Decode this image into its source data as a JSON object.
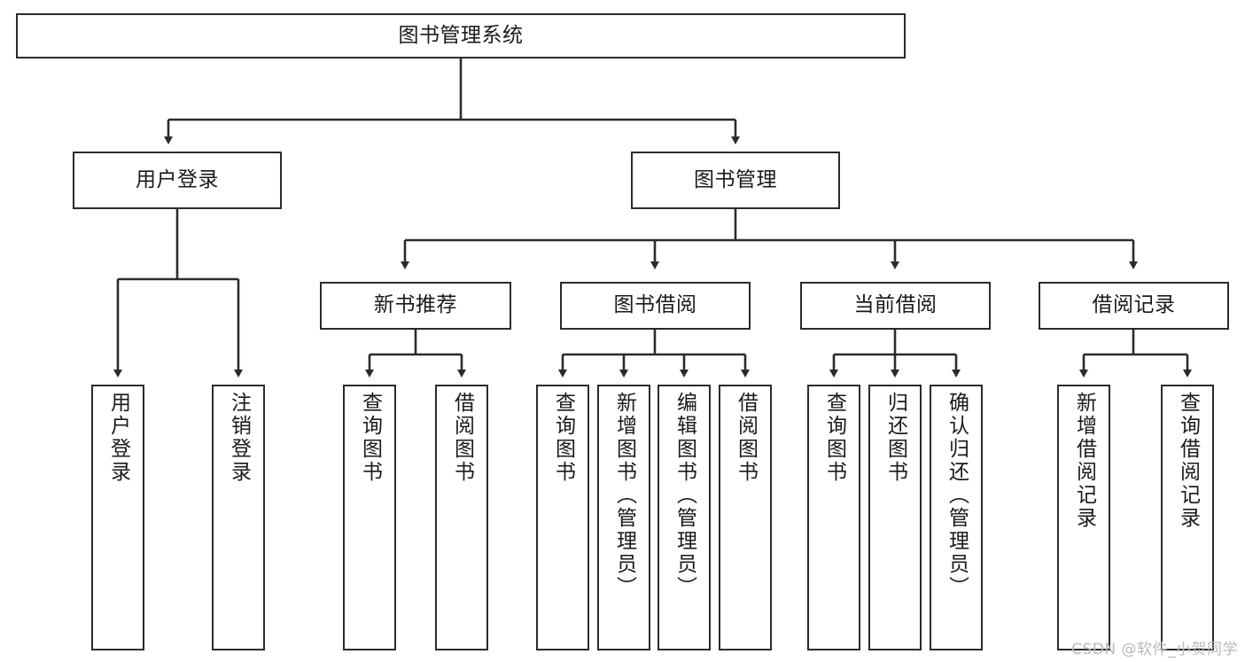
{
  "diagram": {
    "title": "图书管理系统",
    "type": "tree-hierarchy-chart",
    "watermark": "CSDN @软件_小贺同学",
    "colors": {
      "box_border": "#2b2b2b",
      "box_fill": "#ffffff",
      "connector": "#2b2b2b",
      "text": "#1a1a1a",
      "watermark": "#b9b9b9",
      "background": "#ffffff"
    },
    "root": {
      "label": "图书管理系统",
      "orientation": "horizontal"
    },
    "level2": [
      {
        "id": "user-login",
        "label": "用户登录",
        "orientation": "horizontal"
      },
      {
        "id": "book-manage",
        "label": "图书管理",
        "orientation": "horizontal"
      }
    ],
    "level3": [
      {
        "id": "new-book-recommend",
        "label": "新书推荐",
        "orientation": "horizontal",
        "parent": "book-manage"
      },
      {
        "id": "book-borrow",
        "label": "图书借阅",
        "orientation": "horizontal",
        "parent": "book-manage"
      },
      {
        "id": "current-borrow",
        "label": "当前借阅",
        "orientation": "horizontal",
        "parent": "book-manage"
      },
      {
        "id": "borrow-record",
        "label": "借阅记录",
        "orientation": "horizontal",
        "parent": "book-manage"
      }
    ],
    "leaves": [
      {
        "id": "leaf-user-login",
        "label": "用户登录",
        "orientation": "vertical",
        "parent": "user-login"
      },
      {
        "id": "leaf-user-logout",
        "label": "注销登录",
        "orientation": "vertical",
        "parent": "user-login"
      },
      {
        "id": "leaf-query-book-1",
        "label": "查询图书",
        "orientation": "vertical",
        "parent": "new-book-recommend"
      },
      {
        "id": "leaf-borrow-book-1",
        "label": "借阅图书",
        "orientation": "vertical",
        "parent": "new-book-recommend"
      },
      {
        "id": "leaf-query-book-2",
        "label": "查询图书",
        "orientation": "vertical",
        "parent": "book-borrow"
      },
      {
        "id": "leaf-add-book",
        "label": "新增图书（管理员）",
        "orientation": "vertical",
        "parent": "book-borrow"
      },
      {
        "id": "leaf-edit-book",
        "label": "编辑图书（管理员）",
        "orientation": "vertical",
        "parent": "book-borrow"
      },
      {
        "id": "leaf-borrow-book-2",
        "label": "借阅图书",
        "orientation": "vertical",
        "parent": "book-borrow"
      },
      {
        "id": "leaf-query-book-3",
        "label": "查询图书",
        "orientation": "vertical",
        "parent": "current-borrow"
      },
      {
        "id": "leaf-return-book",
        "label": "归还图书",
        "orientation": "vertical",
        "parent": "current-borrow"
      },
      {
        "id": "leaf-confirm-return",
        "label": "确认归还（管理员）",
        "orientation": "vertical",
        "parent": "current-borrow"
      },
      {
        "id": "leaf-add-record",
        "label": "新增借阅记录",
        "orientation": "vertical",
        "parent": "borrow-record"
      },
      {
        "id": "leaf-query-record",
        "label": "查询借阅记录",
        "orientation": "vertical",
        "parent": "borrow-record"
      }
    ]
  }
}
